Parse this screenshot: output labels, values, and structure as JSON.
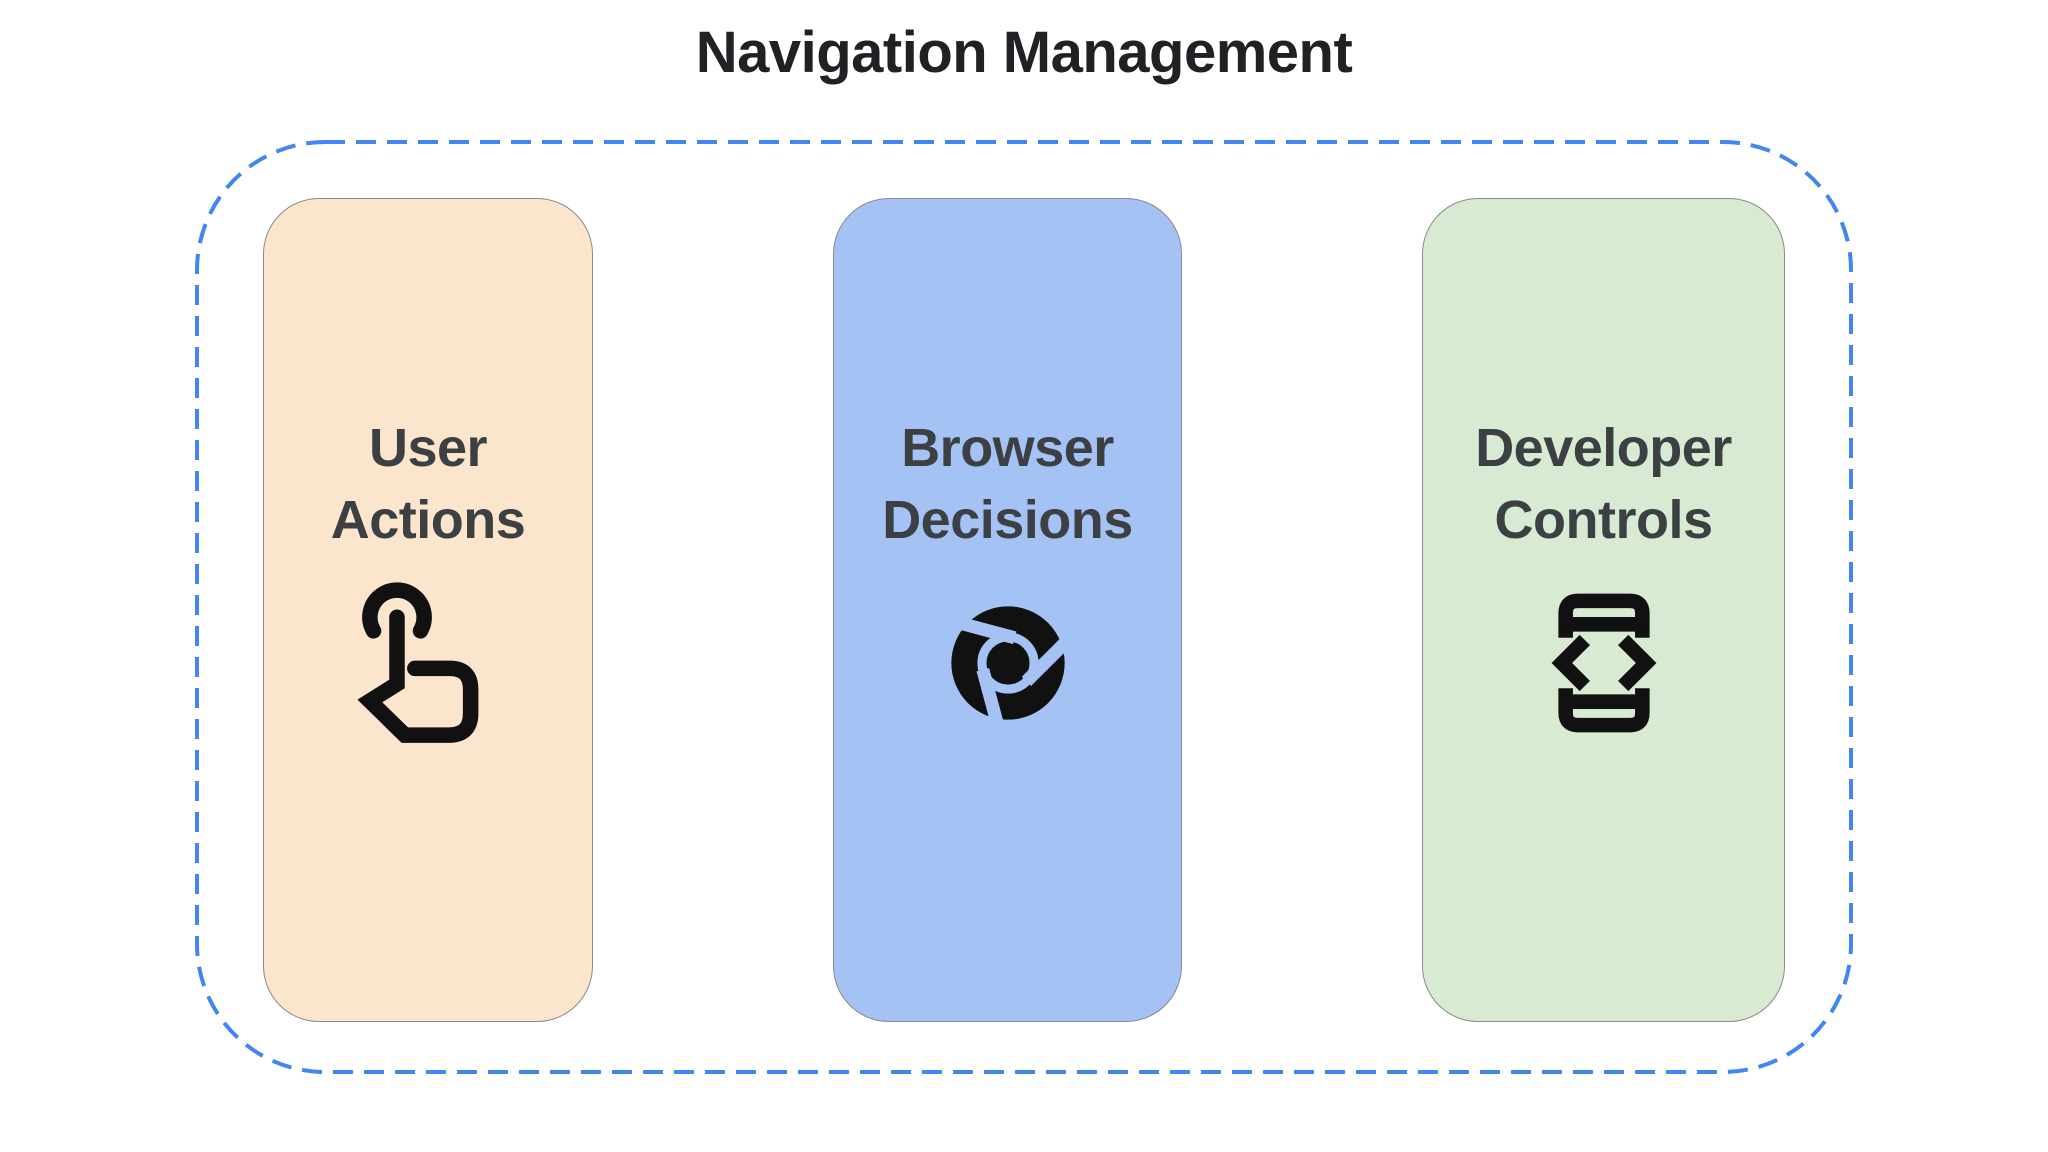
{
  "title": "Navigation Management",
  "panel": {
    "border_color": "#4285F4",
    "label_color": "#3C4043",
    "icon_color": "#111111",
    "card_border_color": "#8B8B8B",
    "cards": [
      {
        "label": "User\nActions",
        "bg_color": "#FCE5CD",
        "icon": "touch-app-icon"
      },
      {
        "label": "Browser\nDecisions",
        "bg_color": "#A4C2F4",
        "icon": "chrome-icon"
      },
      {
        "label": "Developer\nControls",
        "bg_color": "#D9EAD3",
        "icon": "developer-mode-icon"
      }
    ]
  }
}
